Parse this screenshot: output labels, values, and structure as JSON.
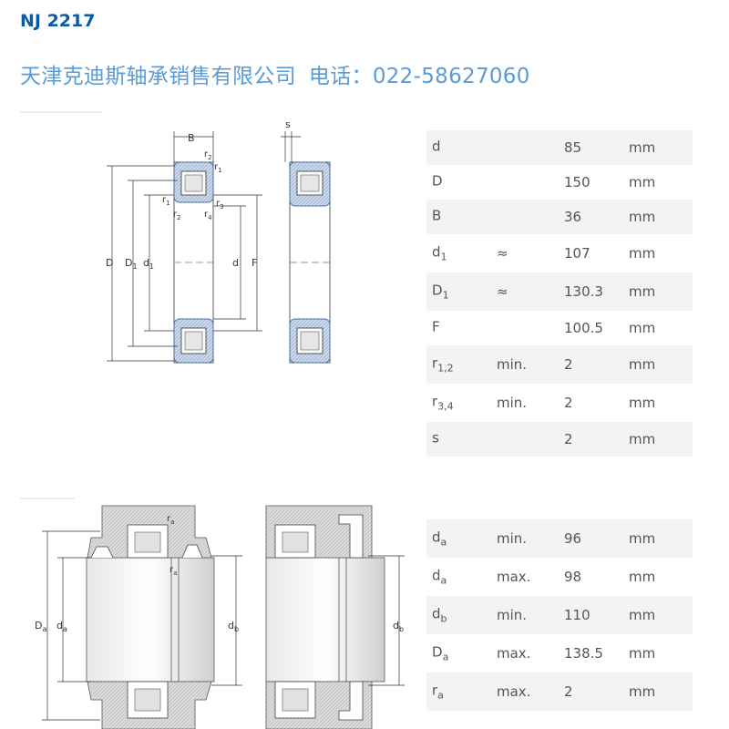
{
  "title": "NJ 2217",
  "banner": {
    "company": "天津克迪斯轴承销售有限公司",
    "phone_label": "电话：",
    "phone": "022-58627060"
  },
  "dimensions": [
    {
      "sym": "d",
      "sub": "",
      "qual": "",
      "value": "85",
      "unit": "mm"
    },
    {
      "sym": "D",
      "sub": "",
      "qual": "",
      "value": "150",
      "unit": "mm"
    },
    {
      "sym": "B",
      "sub": "",
      "qual": "",
      "value": "36",
      "unit": "mm"
    },
    {
      "sym": "d",
      "sub": "1",
      "qual": "≈",
      "value": "107",
      "unit": "mm"
    },
    {
      "sym": "D",
      "sub": "1",
      "qual": "≈",
      "value": "130.3",
      "unit": "mm"
    },
    {
      "sym": "F",
      "sub": "",
      "qual": "",
      "value": "100.5",
      "unit": "mm"
    },
    {
      "sym": "r",
      "sub": "1,2",
      "qual": "min.",
      "value": "2",
      "unit": "mm"
    },
    {
      "sym": "r",
      "sub": "3,4",
      "qual": "min.",
      "value": "2",
      "unit": "mm"
    },
    {
      "sym": "s",
      "sub": "",
      "qual": "",
      "value": "2",
      "unit": "mm"
    }
  ],
  "abutment": [
    {
      "sym": "d",
      "sub": "a",
      "qual": "min.",
      "value": "96",
      "unit": "mm"
    },
    {
      "sym": "d",
      "sub": "a",
      "qual": "max.",
      "value": "98",
      "unit": "mm"
    },
    {
      "sym": "d",
      "sub": "b",
      "qual": "min.",
      "value": "110",
      "unit": "mm"
    },
    {
      "sym": "D",
      "sub": "a",
      "qual": "max.",
      "value": "138.5",
      "unit": "mm"
    },
    {
      "sym": "r",
      "sub": "a",
      "qual": "max.",
      "value": "2",
      "unit": "mm"
    }
  ],
  "diagram_labels": {
    "B": "B",
    "s": "s",
    "D": "D",
    "D1": "D",
    "d1": "d",
    "d": "d",
    "F": "F",
    "sub1": "1",
    "sub2": "2",
    "sub3": "3",
    "sub4": "4",
    "r": "r",
    "Da": "D",
    "da": "d",
    "db": "d",
    "ra": "r",
    "suba": "a",
    "subb": "b"
  },
  "colors": {
    "title": "#0a5aa8",
    "banner": "#5b9bd5",
    "ring_fill": "#b9cde8",
    "ring_stroke": "#4a6fa0",
    "row_shade": "#f3f3f3"
  }
}
